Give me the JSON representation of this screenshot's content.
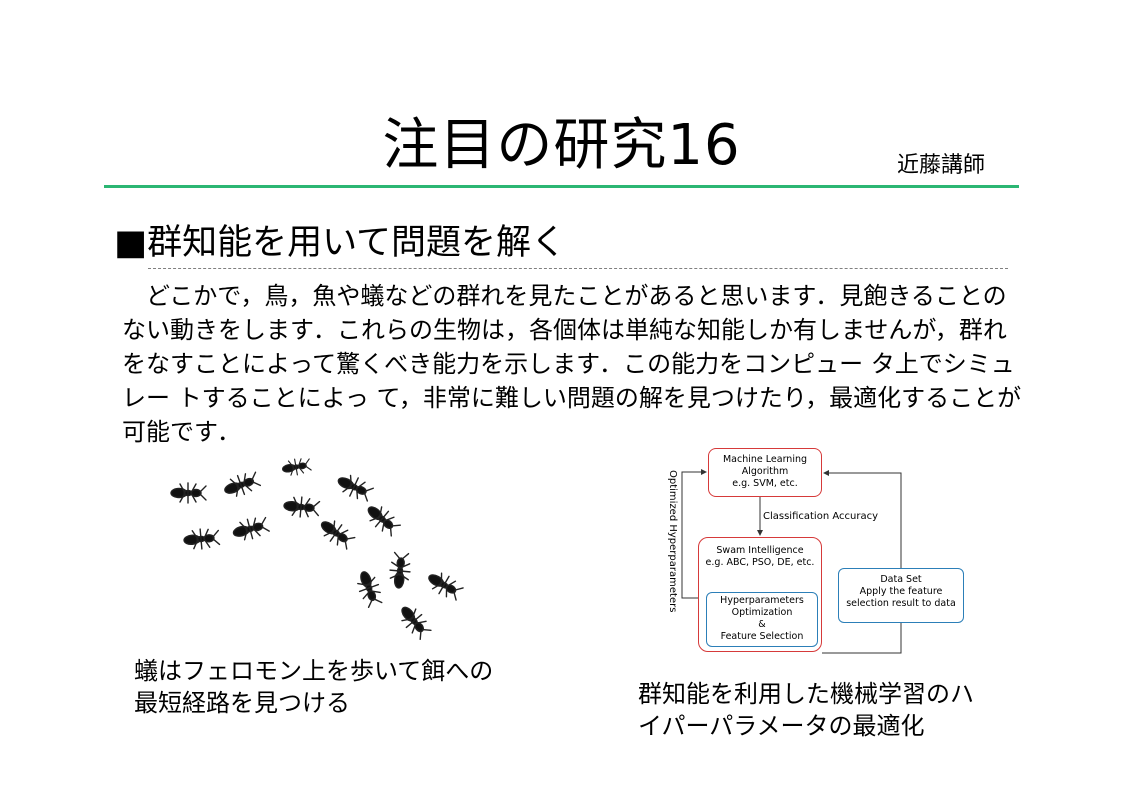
{
  "title": "注目の研究16",
  "author": "近藤講師",
  "heading": "■群知能を用いて問題を解く",
  "body_text": "どこかで，鳥，魚や蟻などの群れを見たことがあると思います．見飽きることのない動きをします．これらの生物は，各個体は単純な知能しか有しませんが，群れをなすことによって驚くべき能力を示します．この能力をコンピュー タ上でシミュレー トすることによっ て，非常に難しい問題の解を見つけたり，最適化することが可能です．",
  "ants_caption": {
    "line1": "蟻はフェロモン上を歩いて餌への",
    "line2": "最短経路を見つける"
  },
  "diagram": {
    "ml_box": [
      "Machine Learning",
      "Algorithm",
      "e.g. SVM, etc."
    ],
    "classification_accuracy": "Classification Accuracy",
    "swarm_box": [
      "Swam Intelligence",
      "e.g. ABC, PSO, DE, etc."
    ],
    "hyper_box": [
      "Hyperparameters",
      "Optimization",
      "&",
      "Feature Selection"
    ],
    "data_box": [
      "Data Set",
      "Apply the feature",
      "selection result to data"
    ],
    "optimized_label": "Optimized Hyperparameters"
  },
  "diagram_caption": {
    "line1": "群知能を利用した機械学習のハ",
    "line2": "イパーパラメータの最適化"
  },
  "colors": {
    "title_rule": "#2bb673",
    "box_red": "#d63a3a",
    "box_blue": "#2c7fb8"
  }
}
